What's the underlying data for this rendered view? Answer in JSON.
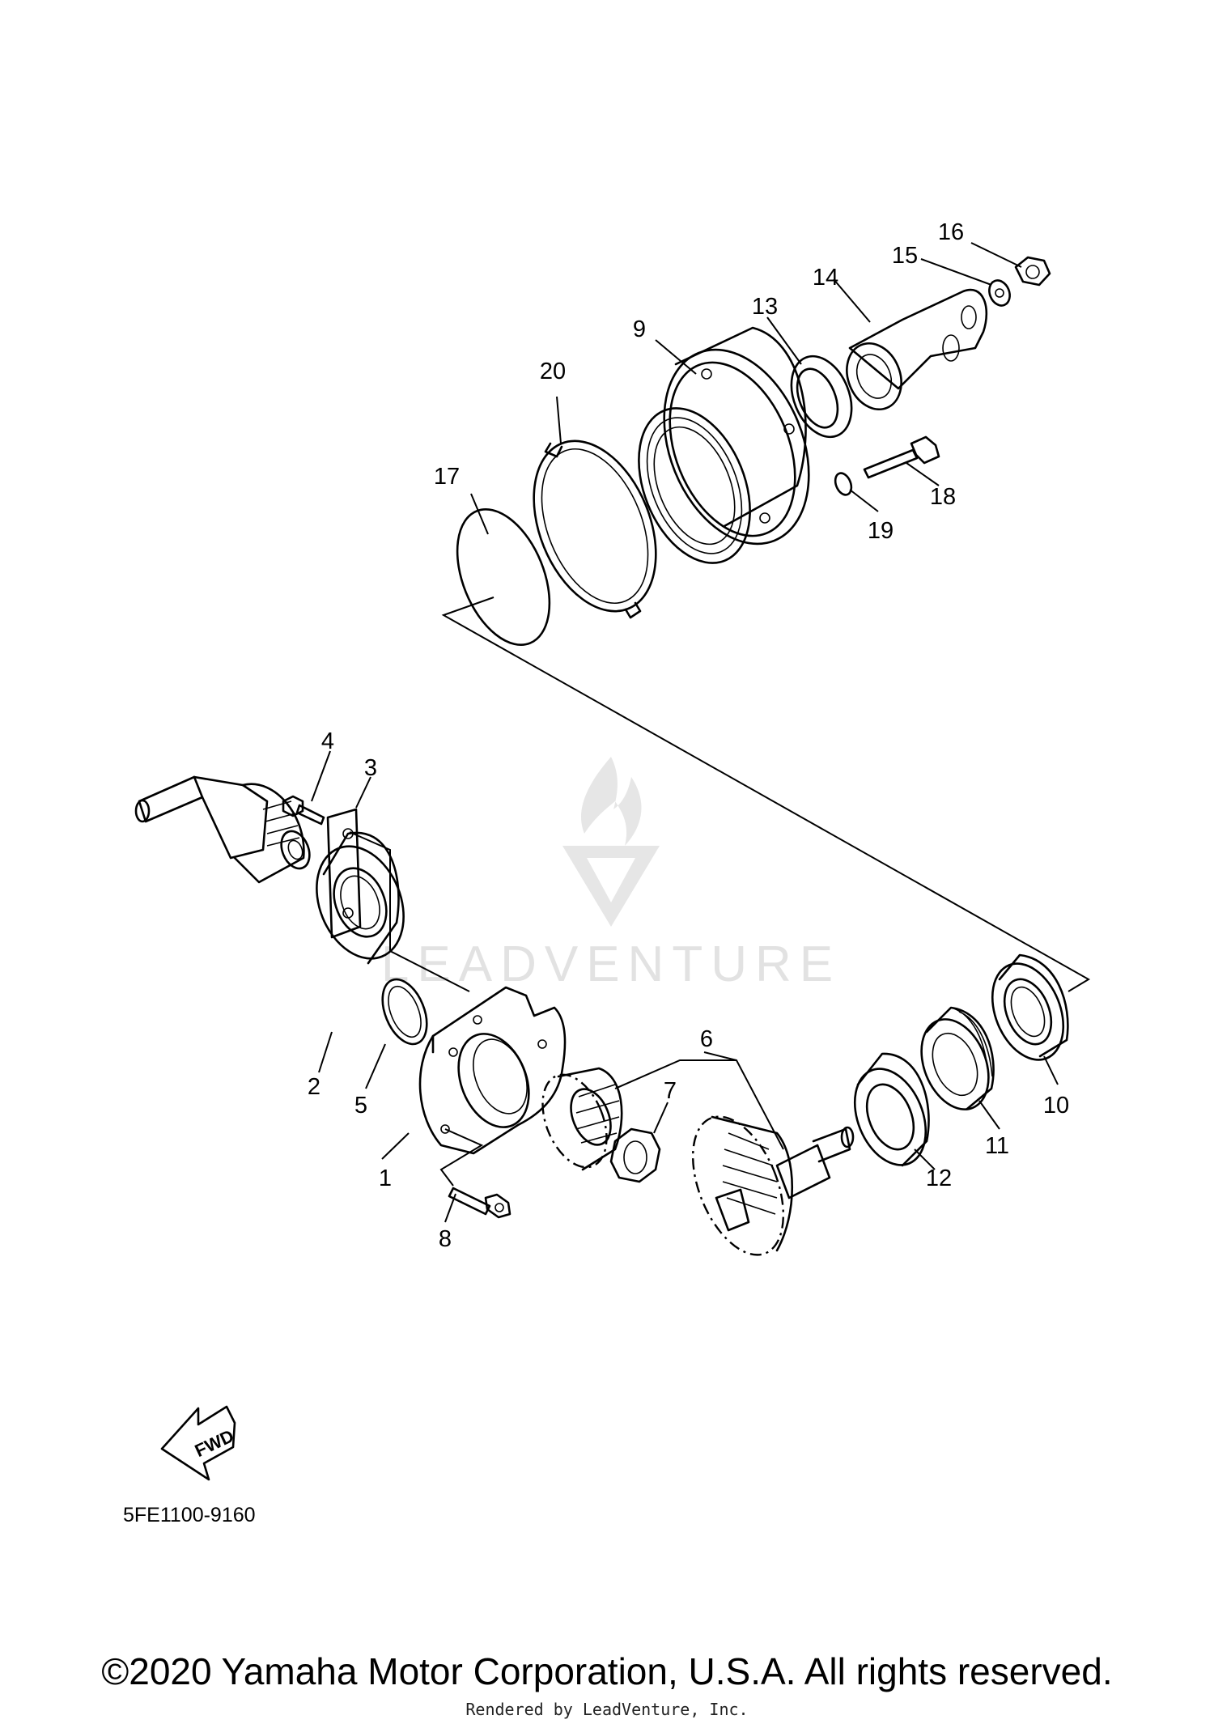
{
  "callouts": [
    "1",
    "2",
    "3",
    "4",
    "5",
    "6",
    "7",
    "8",
    "9",
    "10",
    "11",
    "12",
    "13",
    "14",
    "15",
    "16",
    "17",
    "18",
    "19",
    "20"
  ],
  "part_code": "5FE1100-9160",
  "fwd_label": "FWD",
  "watermark": "LEADVENTURE",
  "copyright": "©2020 Yamaha Motor Corporation, U.S.A. All rights reserved.",
  "rendered_by": "Rendered by LeadVenture, Inc.",
  "icons": {
    "watermark": "flame-v-logo-icon",
    "direction": "fwd-arrow-icon"
  },
  "colors": {
    "line": "#000000",
    "watermark": "#e4e4e4",
    "background": "#ffffff"
  }
}
